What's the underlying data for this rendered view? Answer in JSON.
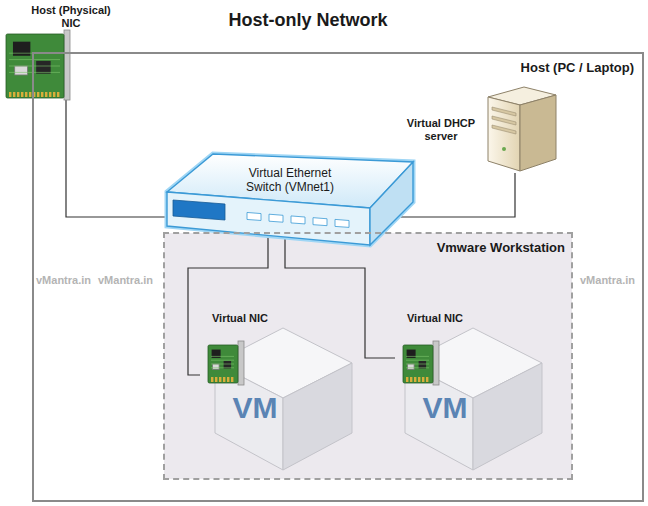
{
  "diagram": {
    "title": "Host-only Network",
    "nodes": [
      {
        "text": [
          "Host (Physical) NIC"
        ]
      },
      {
        "text": [
          "Host (PC / Laptop)"
        ]
      },
      {
        "text": [
          "Virtual DHCP server"
        ],
        "in": 1
      },
      {
        "text": [
          "Virtual Ethernet Switch (VMnet1)"
        ],
        "in": 1
      },
      {
        "text": [
          "Vmware Workstation"
        ],
        "in": 1
      },
      {
        "text": [
          "Virtual NIC"
        ],
        "in": 4
      },
      {
        "text": [
          "VM"
        ],
        "in": 4
      },
      {
        "text": [
          "Virtual NIC"
        ],
        "in": 4
      },
      {
        "text": [
          "VM"
        ],
        "in": 4
      }
    ],
    "edges": [
      {
        "from": 0,
        "to": 3,
        "arrow": "none"
      },
      {
        "from": 2,
        "to": 3,
        "arrow": "none"
      },
      {
        "from": 3,
        "to": 5,
        "arrow": "none"
      },
      {
        "from": 3,
        "to": 7,
        "arrow": "none"
      }
    ],
    "labels": [
      "vMantra.in",
      "vMantra.in",
      "vMantra.in"
    ]
  }
}
